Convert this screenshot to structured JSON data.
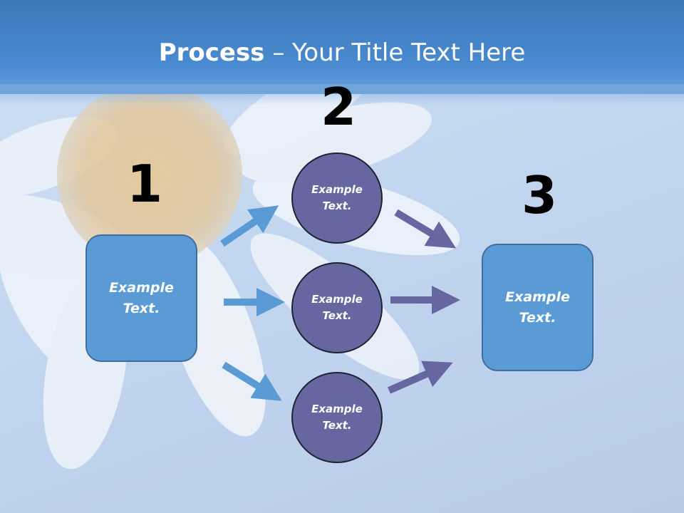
{
  "title": {
    "bold": "Process",
    "rest": " – Your Title Text Here"
  },
  "steps": {
    "one": "1",
    "two": "2",
    "three": "3"
  },
  "nodes": {
    "left_box": "Example\nText.",
    "circle_top": "Example\nText.",
    "circle_mid": "Example\nText.",
    "circle_bot": "Example\nText.",
    "right_box": "Example\nText."
  },
  "colors": {
    "header": "#3a78b8",
    "box_fill": "#5b9bd5",
    "circle_fill": "#6667a0",
    "arrow_left": "#5b9bd5",
    "arrow_right": "#6667a0"
  }
}
